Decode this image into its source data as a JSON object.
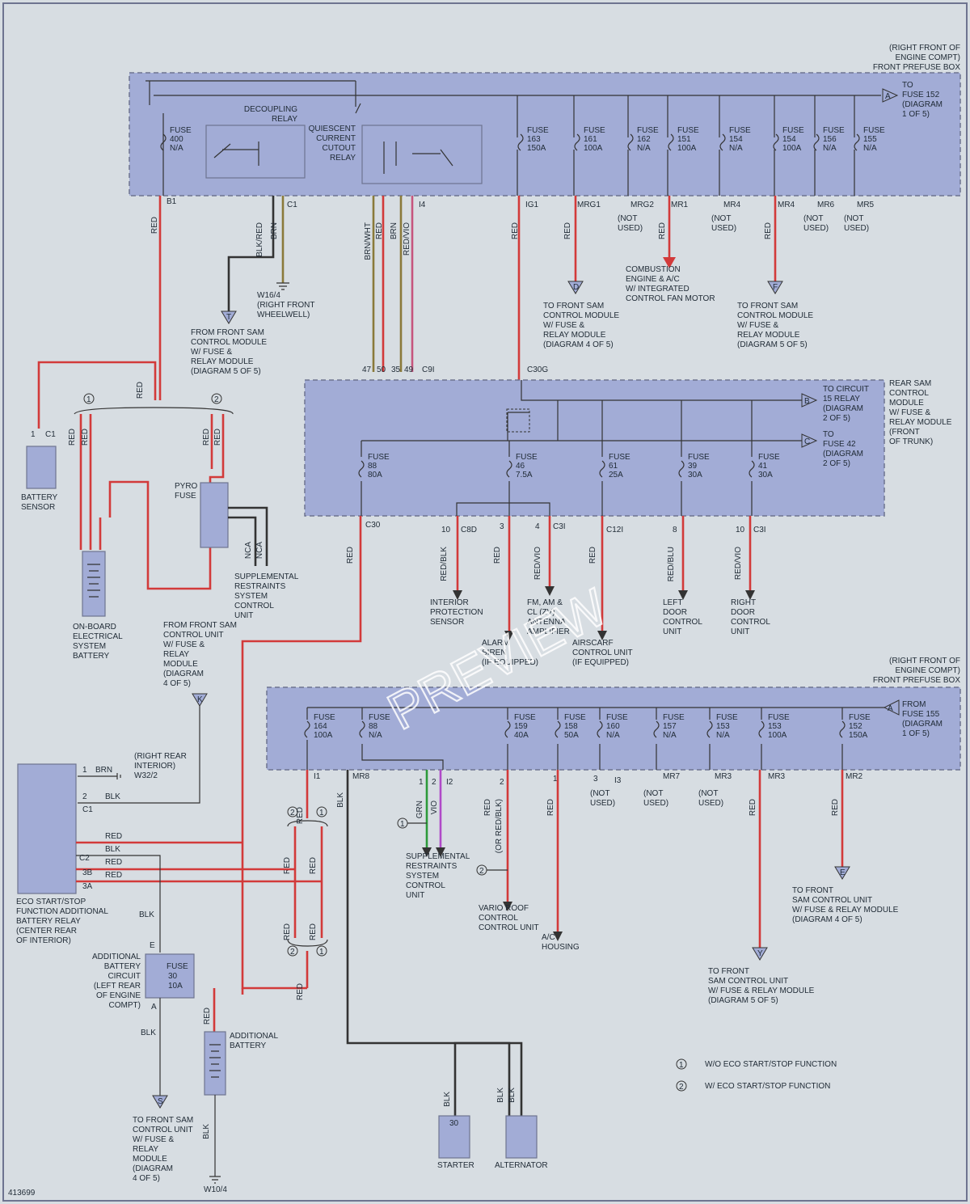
{
  "labels": {
    "top_box": "(RIGHT FRONT OF\nENGINE COMPT)\nFRONT PREFUSE BOX",
    "bottom_box": "(RIGHT FRONT OF\nENGINE COMPT)\nFRONT PREFUSE BOX",
    "rear_sam": "REAR SAM\nCONTROL\nMODULE\nW/ FUSE &\nRELAY MODULE\n(FRONT\nOF TRUNK)",
    "to_fuse_152": "TO\nFUSE 152\n(DIAGRAM\n1 OF 5)",
    "from_fuse_155": "FROM\nFUSE 155\n(DIAGRAM\n1 OF 5)",
    "to_circuit_15": "TO CIRCUIT\n15 RELAY\n(DIAGRAM\n2 OF 5)",
    "to_fuse_42": "TO\nFUSE 42\n(DIAGRAM\n2 OF 5)",
    "decoupling_relay": "DECOUPLING\nRELAY",
    "quiescent_relay": "QUIESCENT\nCURRENT\nCUTOUT\nRELAY",
    "battery_sensor": "BATTERY\nSENSOR",
    "pyro_fuse": "PYRO\nFUSE",
    "onboard_battery": "ON-BOARD\nELECTRICAL\nSYSTEM\nBATTERY",
    "srs_top": "SUPPLEMENTAL\nRESTRAINTS\nSYSTEM\nCONTROL\nUNIT",
    "srs_bottom": "SUPPLEMENTAL\nRESTRAINTS\nSYSTEM\nCONTROL\nUNIT",
    "w16": "W16/4\n(RIGHT FRONT\nWHEELWELL)",
    "from_front_sam_t": "FROM FRONT SAM\nCONTROL MODULE\nW/ FUSE &\nRELAY MODULE\n(DIAGRAM 5 OF 5)",
    "to_front_sam_d": "TO FRONT SAM\nCONTROL MODULE\nW/ FUSE &\nRELAY MODULE\n(DIAGRAM 4 OF 5)",
    "combustion": "COMBUSTION\nENGINE & A/C\nW/ INTEGRATED\nCONTROL FAN MOTOR",
    "to_front_sam_f": "TO FRONT SAM\nCONTROL MODULE\nW/ FUSE &\nRELAY MODULE\n(DIAGRAM 5 OF 5)",
    "interior_sensor": "INTERIOR\nPROTECTION\nSENSOR",
    "alarm_siren": "ALARM\nSIREN\n(IF EQUIPPED)",
    "antenna_amp": "FM, AM &\nCL (ZV)\nANTENNA\nAMPLIFIER",
    "airscarf": "AIRSCARF\nCONTROL UNIT\n(IF EQUIPPED)",
    "left_door": "LEFT\nDOOR\nCONTROL\nUNIT",
    "right_door": "RIGHT\nDOOR\nCONTROL\nUNIT",
    "from_front_sam_k": "FROM FRONT SAM\nCONTROL UNIT\nW/ FUSE &\nRELAY\nMODULE\n(DIAGRAM\n4 OF 5)",
    "w32": "(RIGHT REAR\nINTERIOR)\nW32/2",
    "eco_relay": "ECO START/STOP\nFUNCTION ADDITIONAL\nBATTERY RELAY\n(CENTER REAR\nOF INTERIOR)",
    "add_batt_circuit": "ADDITIONAL\nBATTERY\nCIRCUIT\n(LEFT REAR\nOF ENGINE\nCOMPT)",
    "additional_battery": "ADDITIONAL\nBATTERY",
    "to_front_sam_s": "TO FRONT SAM\nCONTROL UNIT\nW/ FUSE &\nRELAY\nMODULE\n(DIAGRAM\n4 OF 5)",
    "w10": "W10/4",
    "vario_roof": "VARIO ROOF\nCONTROL\nCONTROL UNIT",
    "ac_housing": "A/C\nHOUSING",
    "to_front_sam_y": "TO FRONT\nSAM CONTROL UNIT\nW/ FUSE & RELAY MODULE\n(DIAGRAM 5 OF 5)",
    "to_front_sam_e": "TO FRONT\nSAM CONTROL UNIT\nW/ FUSE & RELAY MODULE\n(DIAGRAM 4 OF 5)",
    "starter": "STARTER",
    "alternator": "ALTERNATOR",
    "legend_1": "W/O ECO START/STOP FUNCTION",
    "legend_2": "W/ ECO START/STOP FUNCTION",
    "figure_id": "413699",
    "watermark": "PREVIEW"
  },
  "top_fuses": [
    {
      "num": "400",
      "rating": "N/A"
    },
    {
      "num": "163",
      "rating": "150A"
    },
    {
      "num": "161",
      "rating": "100A"
    },
    {
      "num": "162",
      "rating": "N/A"
    },
    {
      "num": "151",
      "rating": "100A"
    },
    {
      "num": "154",
      "rating": "N/A"
    },
    {
      "num": "154",
      "rating": "100A"
    },
    {
      "num": "156",
      "rating": "N/A"
    },
    {
      "num": "155",
      "rating": "N/A"
    }
  ],
  "rear_fuses": [
    {
      "num": "88",
      "rating": "80A"
    },
    {
      "num": "46",
      "rating": "7.5A"
    },
    {
      "num": "61",
      "rating": "25A"
    },
    {
      "num": "39",
      "rating": "30A"
    },
    {
      "num": "41",
      "rating": "30A"
    }
  ],
  "bottom_fuses": [
    {
      "num": "164",
      "rating": "100A"
    },
    {
      "num": "88",
      "rating": "N/A"
    },
    {
      "num": "159",
      "rating": "40A"
    },
    {
      "num": "158",
      "rating": "50A"
    },
    {
      "num": "160",
      "rating": "N/A"
    },
    {
      "num": "157",
      "rating": "N/A"
    },
    {
      "num": "153",
      "rating": "N/A"
    },
    {
      "num": "153",
      "rating": "100A"
    },
    {
      "num": "152",
      "rating": "150A"
    }
  ],
  "connectors": {
    "b1": "B1",
    "c1": "C1",
    "i4": "I4",
    "ig1": "IG1",
    "mrg1": "MRG1",
    "mrg2": "MRG2",
    "mr1": "MR1",
    "mr4": "MR4",
    "mr4b": "MR4",
    "mr6": "MR6",
    "mr5": "MR5",
    "c30g": "C30G",
    "c9i": "C9I",
    "c30": "C30",
    "c8d": "C8D",
    "c3i": "C3I",
    "c12i": "C12I",
    "c3i_b": "C3I",
    "c1_batt": "C1",
    "c1_eco": "C1",
    "c2": "C2",
    "3b": "3B",
    "3a": "3A",
    "i1": "I1",
    "mr8": "MR8",
    "i2": "I2",
    "i3": "I3",
    "mr7": "MR7",
    "mr3": "MR3",
    "mr3b": "MR3",
    "mr2": "MR2",
    "not_used": "(NOT\nUSED)"
  },
  "wires": {
    "red": "RED",
    "blk": "BLK",
    "brn": "BRN",
    "blk_red": "BLK/RED",
    "brn_wht": "BRN/WHT",
    "red_vio": "RED/VIO",
    "red_blk": "RED/BLK",
    "red_blu": "RED/BLU",
    "grn": "GRN",
    "vio": "VIO",
    "or_red_blk": "(OR RED/BLK)",
    "nca": "NCA"
  },
  "pins": [
    "1",
    "2",
    "3",
    "4",
    "8",
    "10",
    "47",
    "50",
    "35",
    "49",
    "30",
    "E",
    "A"
  ],
  "markers": [
    "A",
    "T",
    "D",
    "F",
    "B",
    "C",
    "K",
    "S",
    "Y",
    "E"
  ],
  "callouts": [
    "1",
    "2"
  ],
  "colors": {
    "red_wire": "#d23a3a",
    "black_wire": "#333333",
    "green_wire": "#2c9a3a",
    "violet_wire": "#b04ac8",
    "brown_wire": "#8a7a3a",
    "box_fill": "#a2acd6",
    "background": "#d7dde2"
  }
}
